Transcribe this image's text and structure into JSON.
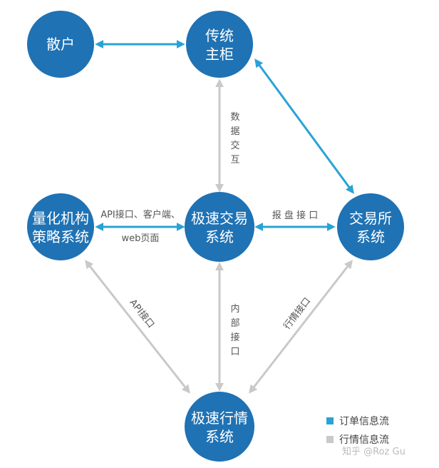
{
  "colors": {
    "node": "#1f72b4",
    "order_flow": "#29a3d6",
    "quote_flow": "#c9c9c9"
  },
  "nodes": {
    "retail": [
      "散户"
    ],
    "traditional": [
      "传统",
      "主柜"
    ],
    "quant": [
      "量化机构",
      "策略系统"
    ],
    "fast_trade": [
      "极速交易",
      "系统"
    ],
    "exchange": [
      "交易所",
      "系统"
    ],
    "fast_quote": [
      "极速行情",
      "系统"
    ]
  },
  "edges": {
    "data_exchange": [
      "数",
      "据",
      "交",
      "互"
    ],
    "api_client_1": "API接口、客户端、",
    "api_client_2": "web页面",
    "order_report": "报 盘 接 口",
    "internal": [
      "内",
      "部",
      "接",
      "口"
    ],
    "api": "API接口",
    "quote_api": "行情接口"
  },
  "legend": {
    "order": "订单信息流",
    "quote": "行情信息流"
  },
  "watermark": "知乎 @Roz Gu"
}
